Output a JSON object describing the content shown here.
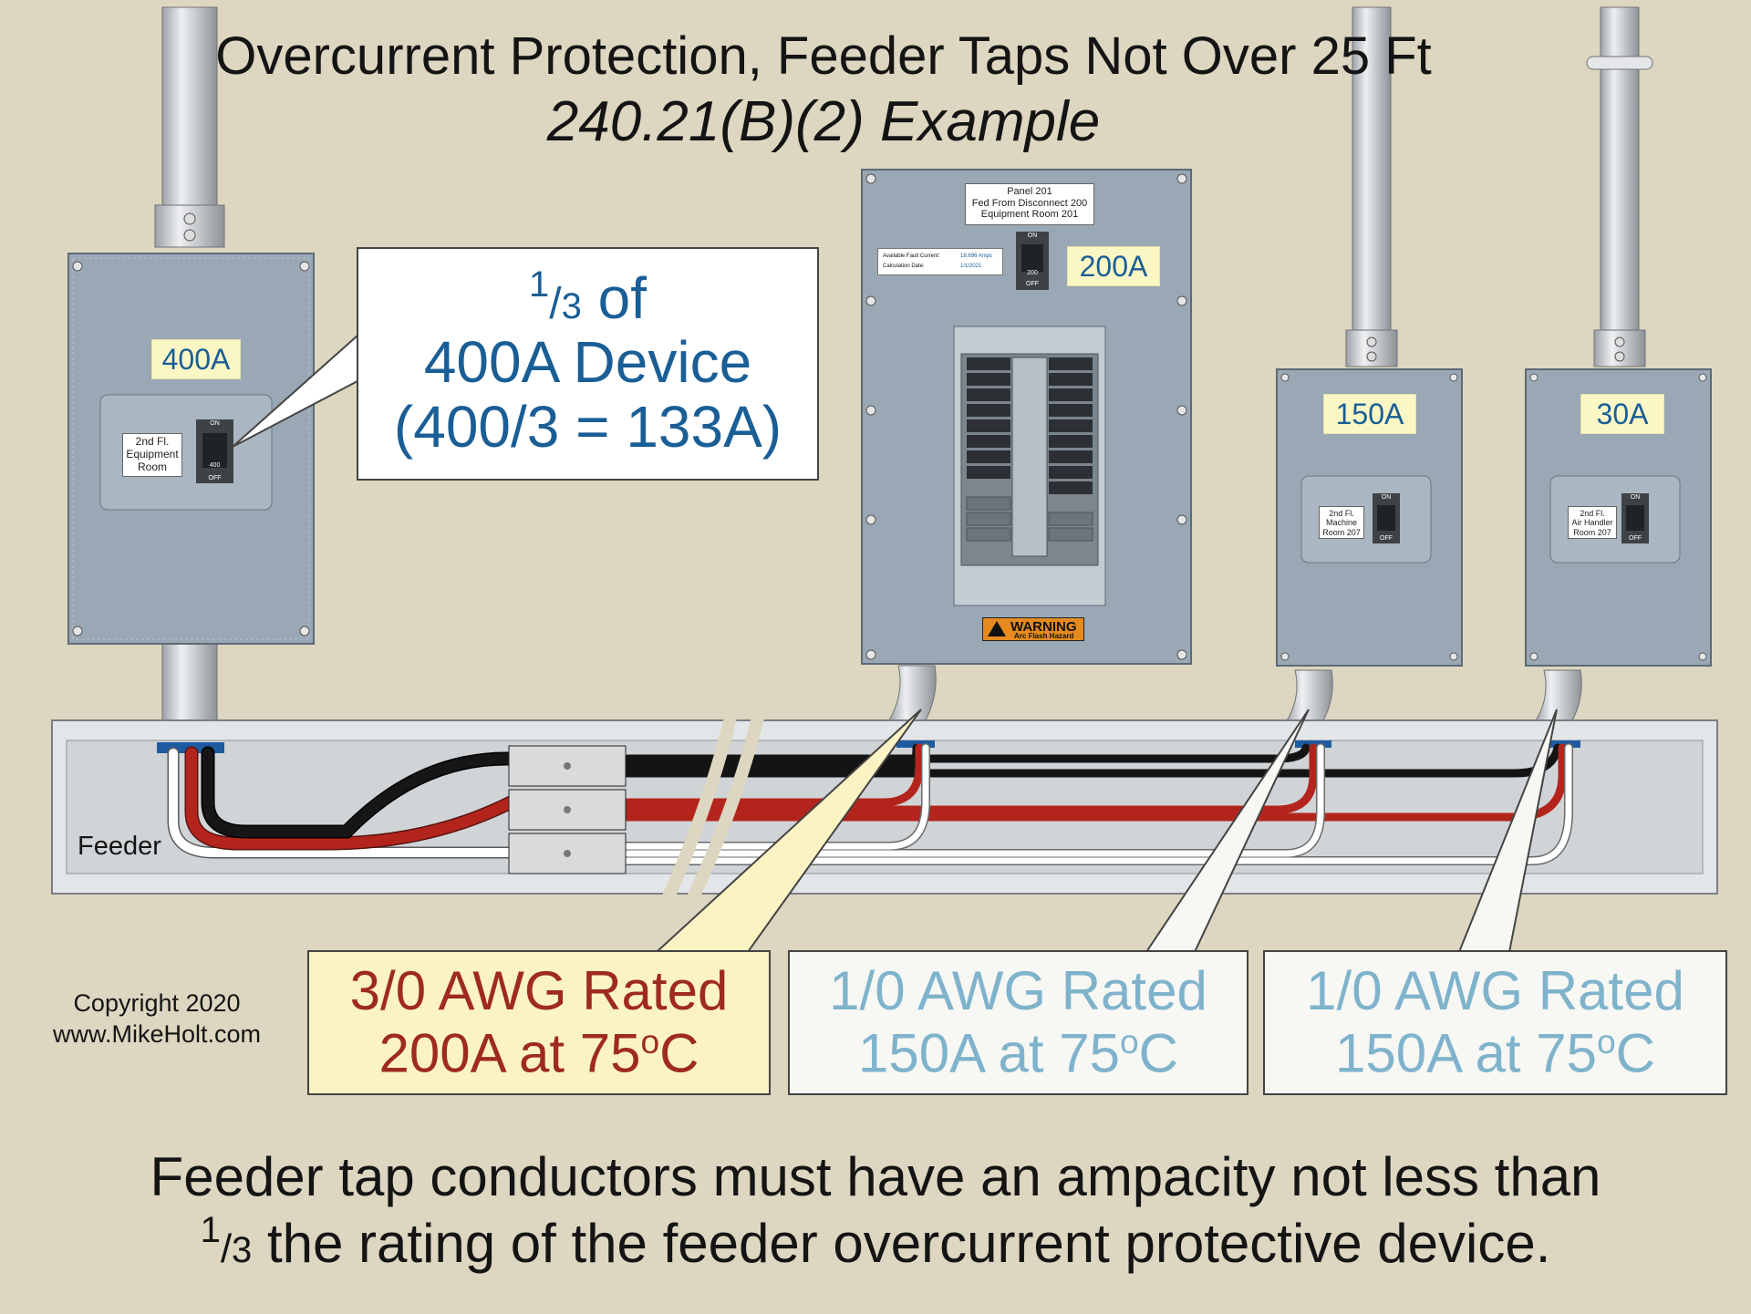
{
  "title": {
    "line1": "Overcurrent Protection, Feeder Taps Not Over 25 Ft",
    "line2": "240.21(B)(2) Example"
  },
  "callout_third": {
    "fraction_num": "1",
    "fraction_den": "3",
    "fraction_tail": " of",
    "line2": "400A Device",
    "line3": "(400/3 = 133A)"
  },
  "disconnects": [
    {
      "rating": "400A",
      "nameplate": [
        "2nd Fl.",
        "Equipment",
        "Room"
      ],
      "switch_on": "ON",
      "switch_off": "OFF",
      "switch_value": "400"
    },
    {
      "rating": "150A",
      "nameplate": [
        "2nd Fl.",
        "Machine",
        "Room 207"
      ],
      "switch_on": "ON",
      "switch_off": "OFF"
    },
    {
      "rating": "30A",
      "nameplate": [
        "2nd Fl.",
        "Air Handler",
        "Room 207"
      ],
      "switch_on": "ON",
      "switch_off": "OFF"
    }
  ],
  "panel": {
    "rating": "200A",
    "nameplate": [
      "Panel 201",
      "Fed From Disconnect 200",
      "Equipment Room 201"
    ],
    "fault_current_label": "Available Fault Current:",
    "fault_current_value": "18,696 Amps",
    "calc_date_label": "Calculation Date:",
    "calc_date_value": "1/1/2021",
    "main_on": "ON",
    "main_off": "OFF",
    "main_value": "200",
    "warning_title": "WARNING",
    "warning_sub": "Arc Flash Hazard"
  },
  "feeder_label": "Feeder",
  "wire_boxes": [
    {
      "line1": "3/0 AWG Rated",
      "line2_main": "200A at 75",
      "line2_super": "o",
      "line2_end": "C",
      "color": "#9e2a22",
      "background": "#fbf3c4"
    },
    {
      "line1": "1/0 AWG Rated",
      "line2_main": "150A at 75",
      "line2_super": "o",
      "line2_end": "C",
      "color": "#7fb3cc",
      "background": "#f7f7f4"
    },
    {
      "line1": "1/0 AWG Rated",
      "line2_main": "150A at 75",
      "line2_super": "o",
      "line2_end": "C",
      "color": "#7fb3cc",
      "background": "#f7f7f4"
    }
  ],
  "copyright": {
    "line1": "Copyright 2020",
    "line2": "www.MikeHolt.com"
  },
  "footer": {
    "line1": "Feeder tap conductors must have an ampacity not less than",
    "fraction_num": "1",
    "fraction_den": "3",
    "line2_rest": " the rating of the feeder overcurrent protective device."
  },
  "colors": {
    "background": "#ddd6c0",
    "enclosure": "#9aa8b5",
    "title_blue": "#1a5e96",
    "wire_red": "#b3251c",
    "wire_black": "#141414",
    "wire_white": "#ffffff",
    "conduit": "#c8cbce"
  }
}
